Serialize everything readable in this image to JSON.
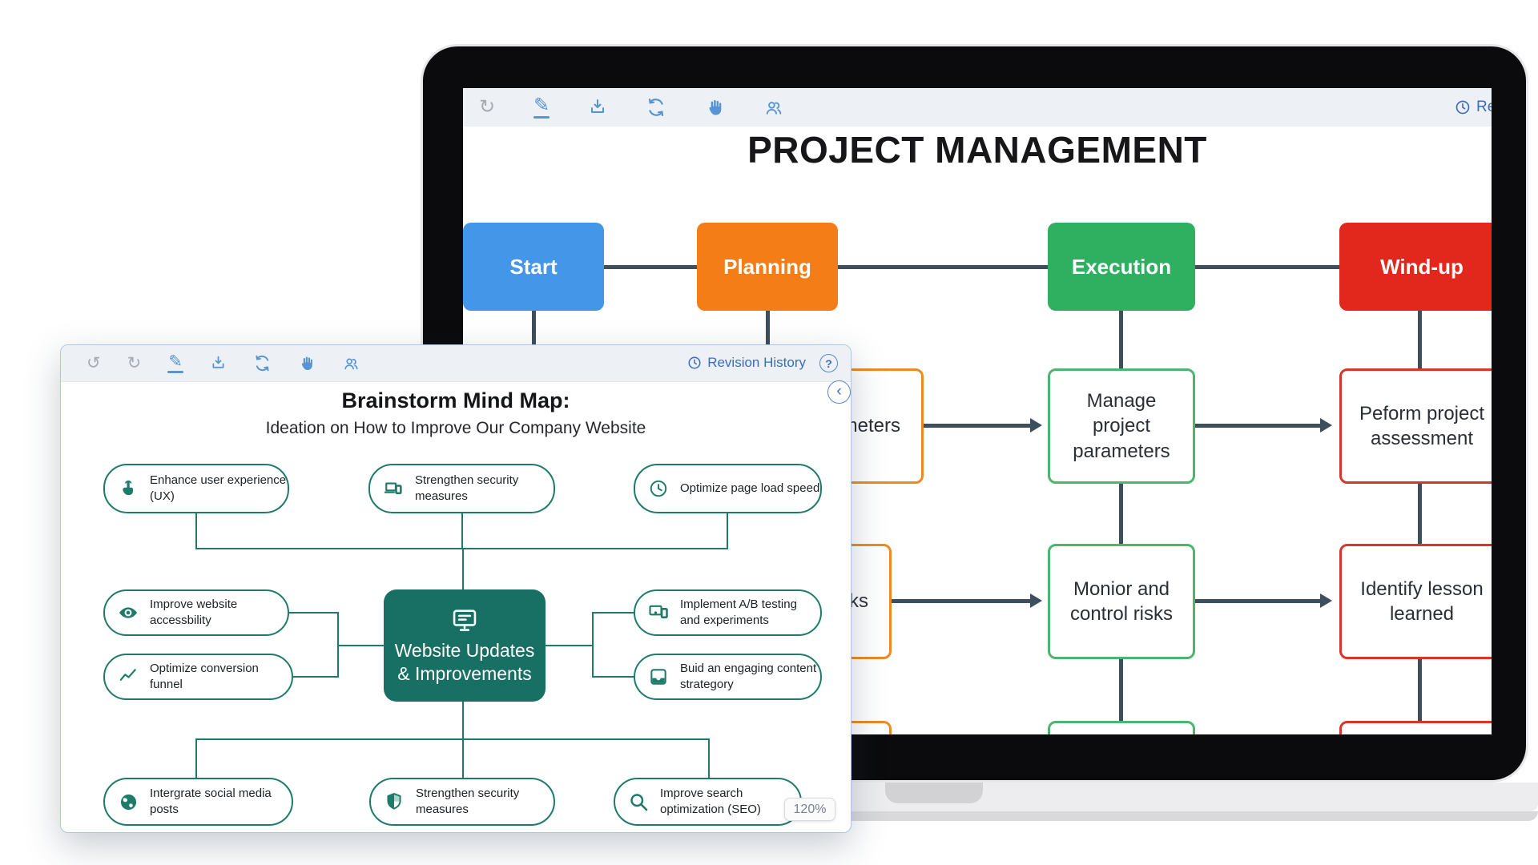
{
  "pm_window": {
    "toolbar": {
      "revision_label": "Revision History"
    },
    "title": "PROJECT MANAGEMENT",
    "stages": [
      {
        "label": "Start",
        "color": "#4496E8"
      },
      {
        "label": "Planning",
        "color": "#F57D17"
      },
      {
        "label": "Execution",
        "color": "#2FB061"
      },
      {
        "label": "Wind-up",
        "color": "#E2271C"
      }
    ],
    "tasks": {
      "row2": [
        {
          "label": "Project parameters",
          "outline": "#EE8A21"
        },
        {
          "label": "Manage project parameters",
          "outline": "#4CB56E"
        },
        {
          "label": "Peform project assessment",
          "outline": "#D8362A"
        }
      ],
      "row3": [
        {
          "label": "Risks",
          "outline": "#EE8A21"
        },
        {
          "label": "Monior and control risks",
          "outline": "#4CB56E"
        },
        {
          "label": "Identify lesson learned",
          "outline": "#D8362A"
        }
      ]
    }
  },
  "mm_window": {
    "toolbar": {
      "revision_label": "Revision History",
      "help_label": "?",
      "collapse_label": "‹"
    },
    "title": "Brainstorm Mind Map:",
    "subtitle": "Ideation on How to Improve Our Company Website",
    "zoom_badge": "120%",
    "center_node": {
      "label": "Website Updates & Improvements",
      "icon": "monitor-icon"
    },
    "top_nodes": [
      {
        "label": "Enhance user experience (UX)",
        "icon": "tap-icon"
      },
      {
        "label": "Strengthen security measures",
        "icon": "devices-icon"
      },
      {
        "label": "Optimize page load speed",
        "icon": "clock-icon"
      }
    ],
    "left_nodes": [
      {
        "label": "Improve website accessbility",
        "icon": "eye-icon"
      },
      {
        "label": "Optimize conversion funnel",
        "icon": "chart-icon"
      }
    ],
    "right_nodes": [
      {
        "label": "Implement A/B testing and experiments",
        "icon": "ab-test-icon"
      },
      {
        "label": "Buid an engaging content strategory",
        "icon": "content-icon"
      }
    ],
    "bottom_nodes": [
      {
        "label": "Intergrate social media posts",
        "icon": "globe-icon"
      },
      {
        "label": "Strengthen security measures",
        "icon": "shield-icon"
      },
      {
        "label": "Improve search optimization (SEO)",
        "icon": "search-icon"
      }
    ]
  },
  "colors": {
    "stage_blue": "#4496E8",
    "stage_orange": "#F57D17",
    "stage_green": "#2FB061",
    "stage_red": "#E2271C",
    "outline_orange": "#EE8A21",
    "outline_green": "#4CB56E",
    "outline_red": "#D8362A",
    "connector_slate": "#3D4E5C",
    "mindmap_teal": "#1E7B6A",
    "center_fill": "#177063",
    "toolbar_icon_blue": "#5695D2",
    "revision_blue": "#3A6CC6"
  }
}
